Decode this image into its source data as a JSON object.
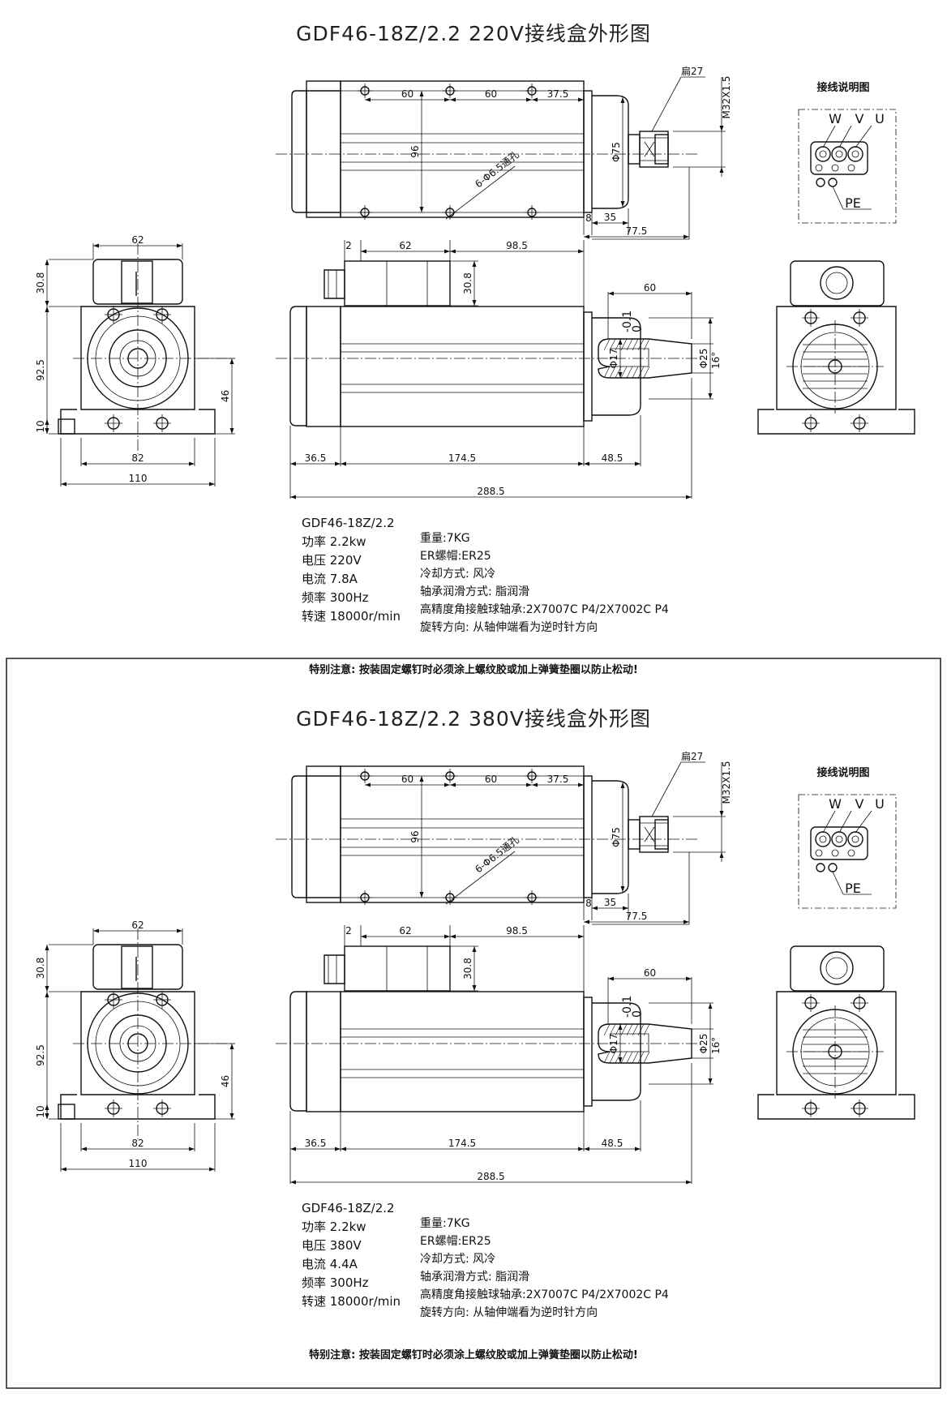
{
  "sheets": [
    {
      "title": "GDF46-18Z/2.2  220V接线盒外形图",
      "model": "GDF46-18Z/2.2",
      "specs": [
        "功率 2.2kw",
        "电压 220V",
        "电流 7.8A",
        "频率 300Hz",
        "转速 18000r/min"
      ],
      "specs2": [
        "重量:7KG",
        "ER螺帽:ER25",
        "冷却方式: 风冷",
        "轴承润滑方式: 脂润滑",
        "高精度角接触球轴承:2X7007C P4/2X7002C P4",
        "旋转方向: 从轴伸端看为逆时针方向"
      ],
      "note": "特别注意: 按装固定螺钉时必须涂上螺纹胶或加上弹簧垫圈以防止松动!"
    },
    {
      "title": "GDF46-18Z/2.2  380V接线盒外形图",
      "model": "GDF46-18Z/2.2",
      "specs": [
        "功率 2.2kw",
        "电压 380V",
        "电流 4.4A",
        "频率 300Hz",
        "转速 18000r/min"
      ],
      "specs2": [
        "重量:7KG",
        "ER螺帽:ER25",
        "冷却方式: 风冷",
        "轴承润滑方式: 脂润滑",
        "高精度角接触球轴承:2X7007C P4/2X7002C P4",
        "旋转方向: 从轴伸端看为逆时针方向"
      ],
      "note": "特别注意: 按装固定螺钉时必须涂上螺纹胶或加上弹簧垫圈以防止松动!"
    }
  ],
  "dims": {
    "top_60a": "60",
    "top_60b": "60",
    "top_37_5": "37.5",
    "top_96": "96",
    "hole": "6-Φ6.5通孔",
    "d75": "Φ75",
    "d_8": "8",
    "d_35": "35",
    "d_77_5": "77.5",
    "flat27": "扁27",
    "thread": "M32X1.5",
    "s_2": "2",
    "s_62": "62",
    "s_98_5": "98.5",
    "s_30_8": "30.8",
    "s_60": "60",
    "s_d25": "Φ25",
    "s_d17": "Φ17",
    "s_tol_up": "-0.1",
    "s_tol_dn": "0",
    "s_16": "16°",
    "s_36_5": "36.5",
    "s_174_5": "174.5",
    "s_48_5": "48.5",
    "s_288_5": "288.5",
    "e_62": "62",
    "e_30_8": "30.8",
    "e_92_5": "92.5",
    "e_46": "46",
    "e_10": "10",
    "e_82": "82",
    "e_110": "110"
  },
  "wiring": {
    "title": "接线说明图",
    "w": "W",
    "v": "V",
    "u": "U",
    "pe": "PE"
  }
}
